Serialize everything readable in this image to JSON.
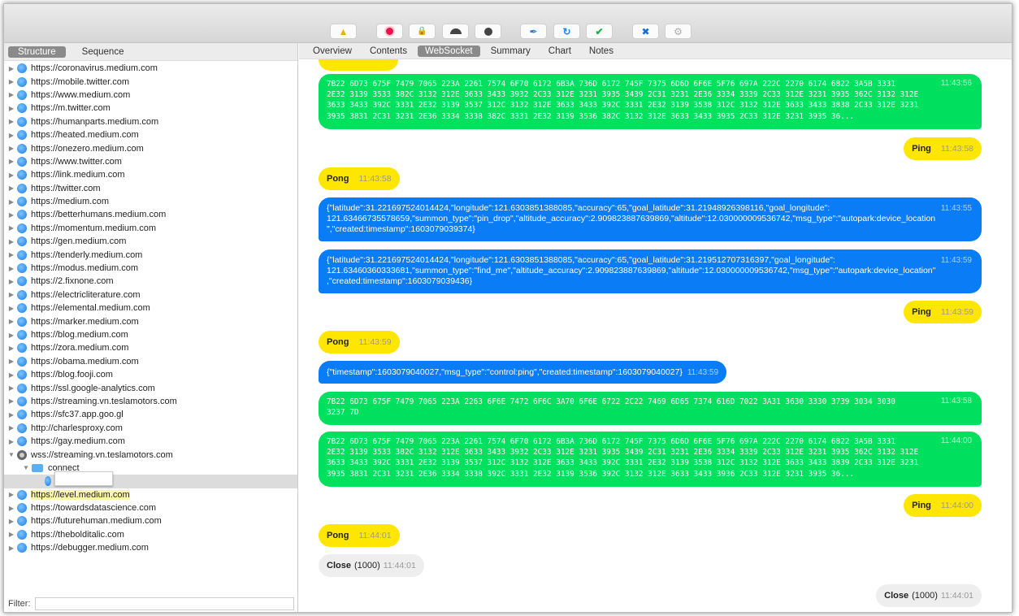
{
  "toolbar": {
    "buttons": [
      "broom-icon",
      "record-icon",
      "ssl-lock-icon",
      "throttle-turtle-icon",
      "breakpoint-stop-icon",
      "compose-pen-icon",
      "repeat-icon",
      "validate-check-icon",
      "tools-icon",
      "settings-gear-icon"
    ]
  },
  "sidebar": {
    "tabs": [
      "Structure",
      "Sequence"
    ],
    "hosts_top": [
      "https://coronavirus.medium.com",
      "https://mobile.twitter.com",
      "https://www.medium.com",
      "https://m.twitter.com",
      "https://humanparts.medium.com",
      "https://heated.medium.com",
      "https://onezero.medium.com",
      "https://www.twitter.com",
      "https://link.medium.com",
      "https://twitter.com",
      "https://medium.com",
      "https://betterhumans.medium.com",
      "https://momentum.medium.com",
      "https://gen.medium.com",
      "https://tenderly.medium.com",
      "https://modus.medium.com",
      "https://2.fixnone.com",
      "https://electricliterature.com",
      "https://elemental.medium.com",
      "https://marker.medium.com",
      "https://blog.medium.com",
      "https://zora.medium.com",
      "https://obama.medium.com",
      "https://blog.fooji.com",
      "https://ssl.google-analytics.com",
      "https://streaming.vn.teslamotors.com",
      "https://sfc37.app.goo.gl",
      "http://charlesproxy.com",
      "https://gay.medium.com"
    ],
    "wss_host": "wss://streaming.vn.teslamotors.com",
    "folder": "connect",
    "highlighted_host": "https://level.medium.com",
    "hosts_bottom": [
      "https://towardsdatascience.com",
      "https://futurehuman.medium.com",
      "https://thebolditalic.com",
      "https://debugger.medium.com"
    ],
    "filter_label": "Filter:",
    "filter_value": ""
  },
  "tabs": [
    "Overview",
    "Contents",
    "WebSocket",
    "Summary",
    "Chart",
    "Notes"
  ],
  "messages": {
    "g1": {
      "time": "11:43:56",
      "lines": [
        "7B22 6D73 675F 7479 7065 223A 2261 7574 6F70 6172 6B3A 736D 6172 745F 7375 6D6D 6F6E 5F76 697A 222C 2270 6174 6822 3A5B 3331",
        "2E32 3139 3533 382C 3132 312E 3633 3433 3932 2C33 312E 3231 3935 3439 2C31 3231 2E36 3334 3339 2C33 312E 3231 3935 362C 3132 312E",
        "3633 3433 392C 3331 2E32 3139 3537 312C 3132 312E 3633 3433 392C 3331 2E32 3139 3538 312C 3132 312E 3633 3433 3838 2C33 312E 3231",
        "3935 3831 2C31 3231 2E36 3334 3338 382C 3331 2E32 3139 3536 382C 3132 312E 3633 3433 3935 2C33 312E 3231 3935 36..."
      ]
    },
    "ping1": {
      "label": "Ping",
      "time": "11:43:58"
    },
    "pong1": {
      "label": "Pong",
      "time": "11:43:58"
    },
    "blue1": {
      "time": "11:43:55",
      "lines": [
        "{\"latitude\":31.221697524014424,\"longitude\":121.6303851388085,\"accuracy\":65,\"goal_latitude\":31.21948926398116,\"goal_longitude\":",
        "121.63466735578659,\"summon_type\":\"pin_drop\",\"altitude_accuracy\":2.909823887639869,\"altitude\":12.030000009536742,\"msg_type\":\"autopark:device_location",
        "\",\"created:timestamp\":1603079039374}"
      ]
    },
    "blue2": {
      "time": "11:43:59",
      "lines": [
        "{\"latitude\":31.221697524014424,\"longitude\":121.6303851388085,\"accuracy\":65,\"goal_latitude\":31.219512707316397,\"goal_longitude\":",
        "121.63460360333681,\"summon_type\":\"find_me\",\"altitude_accuracy\":2.909823887639869,\"altitude\":12.030000009536742,\"msg_type\":\"autopark:device_location\"",
        ",\"created:timestamp\":1603079039436}"
      ]
    },
    "ping2": {
      "label": "Ping",
      "time": "11:43:59"
    },
    "pong2": {
      "label": "Pong",
      "time": "11:43:59"
    },
    "blue3": {
      "time": "11:43:59",
      "text": "{\"timestamp\":1603079040027,\"msg_type\":\"control:ping\",\"created:timestamp\":1603079040027}"
    },
    "g2": {
      "time": "11:43:58",
      "lines": [
        "7B22 6D73 675F 7479 7065 223A 2263 6F6E 7472 6F6C 3A70 6F6E 6722 2C22 7469 6D65 7374 616D 7022 3A31 3630 3330 3739 3034 3030",
        "3237 7D"
      ]
    },
    "g3": {
      "time": "11:44:00",
      "lines": [
        "7B22 6D73 675F 7479 7065 223A 2261 7574 6F70 6172 6B3A 736D 6172 745F 7375 6D6D 6F6E 5F76 697A 222C 2270 6174 6822 3A5B 3331",
        "2E32 3139 3533 382C 3132 312E 3633 3433 3932 2C33 312E 3231 3935 3439 2C31 3231 2E36 3334 3339 2C33 312E 3231 3935 362C 3132 312E",
        "3633 3433 392C 3331 2E32 3139 3537 312C 3132 312E 3633 3433 392C 3331 2E32 3139 3538 312C 3132 312E 3633 3433 3839 2C33 312E 3231",
        "3935 3831 2C31 3231 2E36 3334 3338 392C 3331 2E32 3139 3536 392C 3132 312E 3633 3433 3936 2C33 312E 3231 3935 36..."
      ]
    },
    "ping3": {
      "label": "Ping",
      "time": "11:44:00"
    },
    "pong3": {
      "label": "Pong",
      "time": "11:44:01"
    },
    "close1": {
      "label": "Close",
      "code": "(1000)",
      "time": "11:44:01"
    },
    "close2": {
      "label": "Close",
      "code": "(1000)",
      "time": "11:44:01"
    }
  }
}
